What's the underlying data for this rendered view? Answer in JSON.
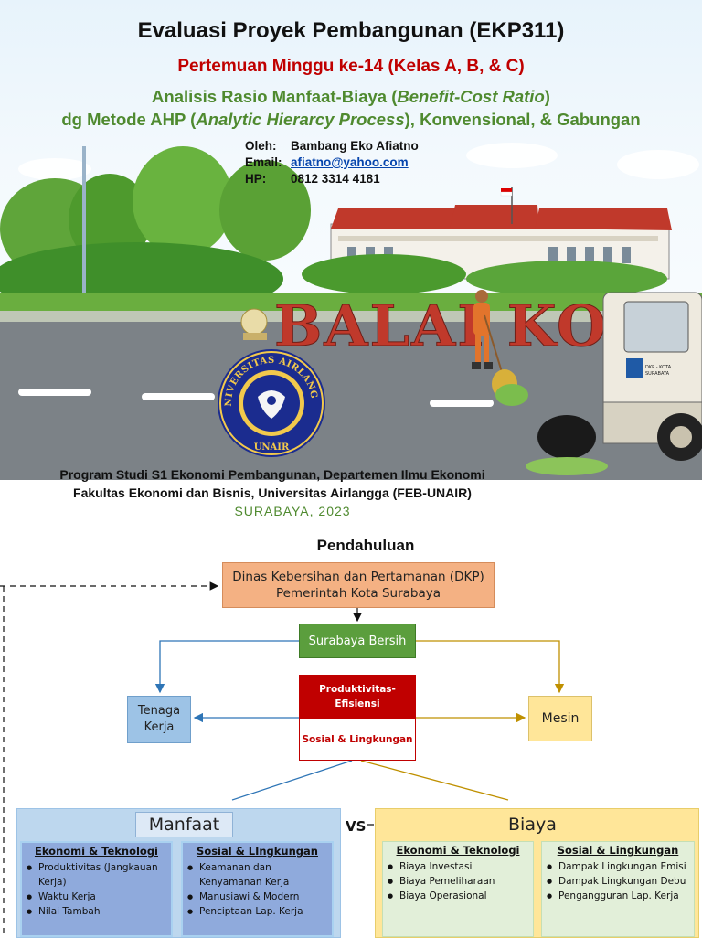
{
  "slide1": {
    "title": "Evaluasi Proyek Pembangunan (EKP311)",
    "subtitle": "Pertemuan Minggu ke-14 (Kelas A, B, & C)",
    "line1_a": "Analisis Rasio Manfaat-Biaya (",
    "line1_i": "Benefit-Cost Ratio",
    "line1_b": ")",
    "line2_a": "dg Metode AHP (",
    "line2_i": "Analytic Hierarcy Process",
    "line2_b": "), Konvensional, & Gabungan",
    "author_label": "Oleh:",
    "author_name": "Bambang Eko Afiatno",
    "email_label": "Email:",
    "email": "afiatno@yahoo.com",
    "hp_label": "HP:",
    "hp": "0812 3314 4181",
    "logo_top": "UNIVERSITAS AIRLANGGA",
    "logo_bottom": "UNAIR",
    "sign_text": "BALAI KOTA",
    "truck_label": "DKP - KOTA SURABAYA",
    "footer1": "Program Studi S1 Ekonomi Pembangunan, Departemen Ilmu Ekonomi",
    "footer2": "Fakultas Ekonomi dan Bisnis, Universitas Airlangga (FEB-UNAIR)",
    "footer3": "SURABAYA, 2023"
  },
  "slide2": {
    "heading": "Pendahuluan",
    "dkp_line1": "Dinas Kebersihan dan Pertamanan (DKP)",
    "dkp_line2": "Pemerintah Kota Surabaya",
    "surabaya_bersih": "Surabaya Bersih",
    "tenaga_kerja_1": "Tenaga",
    "tenaga_kerja_2": "Kerja",
    "mesin": "Mesin",
    "pe_line1": "Produktivitas-",
    "pe_line2": "Efisiensi",
    "sosial_lingkungan": "Sosial & Lingkungan",
    "manfaat": "Manfaat",
    "vs": "VS",
    "biaya": "Biaya",
    "manfaat_eko": {
      "title": "Ekonomi & Teknologi",
      "items": [
        "Produktivitas (Jangkauan Kerja)",
        "Waktu Kerja",
        "Nilai Tambah"
      ]
    },
    "manfaat_sos": {
      "title": "Sosial & LIngkungan",
      "items": [
        "Keamanan dan Kenyamanan Kerja",
        "Manusiawi & Modern",
        "Penciptaan Lap. Kerja"
      ]
    },
    "biaya_eko": {
      "title": "Ekonomi & Teknologi",
      "items": [
        "Biaya Investasi",
        "Biaya Pemeliharaan",
        "Biaya Operasional"
      ]
    },
    "biaya_sos": {
      "title": "Sosial & Lingkungan",
      "items": [
        "Dampak Lingkungan Emisi",
        "Dampak Lingkungan Debu",
        "Pengangguran Lap. Kerja"
      ]
    }
  },
  "colors": {
    "title_red": "#c00000",
    "subtitle_green": "#4f8a2f",
    "dkp_orange": "#f4b183",
    "surabaya_green": "#5b9e3d",
    "tenaga_blue": "#9dc3e6",
    "mesin_yellow": "#ffe699",
    "arrow_blue": "#2e75b6",
    "arrow_gold": "#bf9000"
  }
}
